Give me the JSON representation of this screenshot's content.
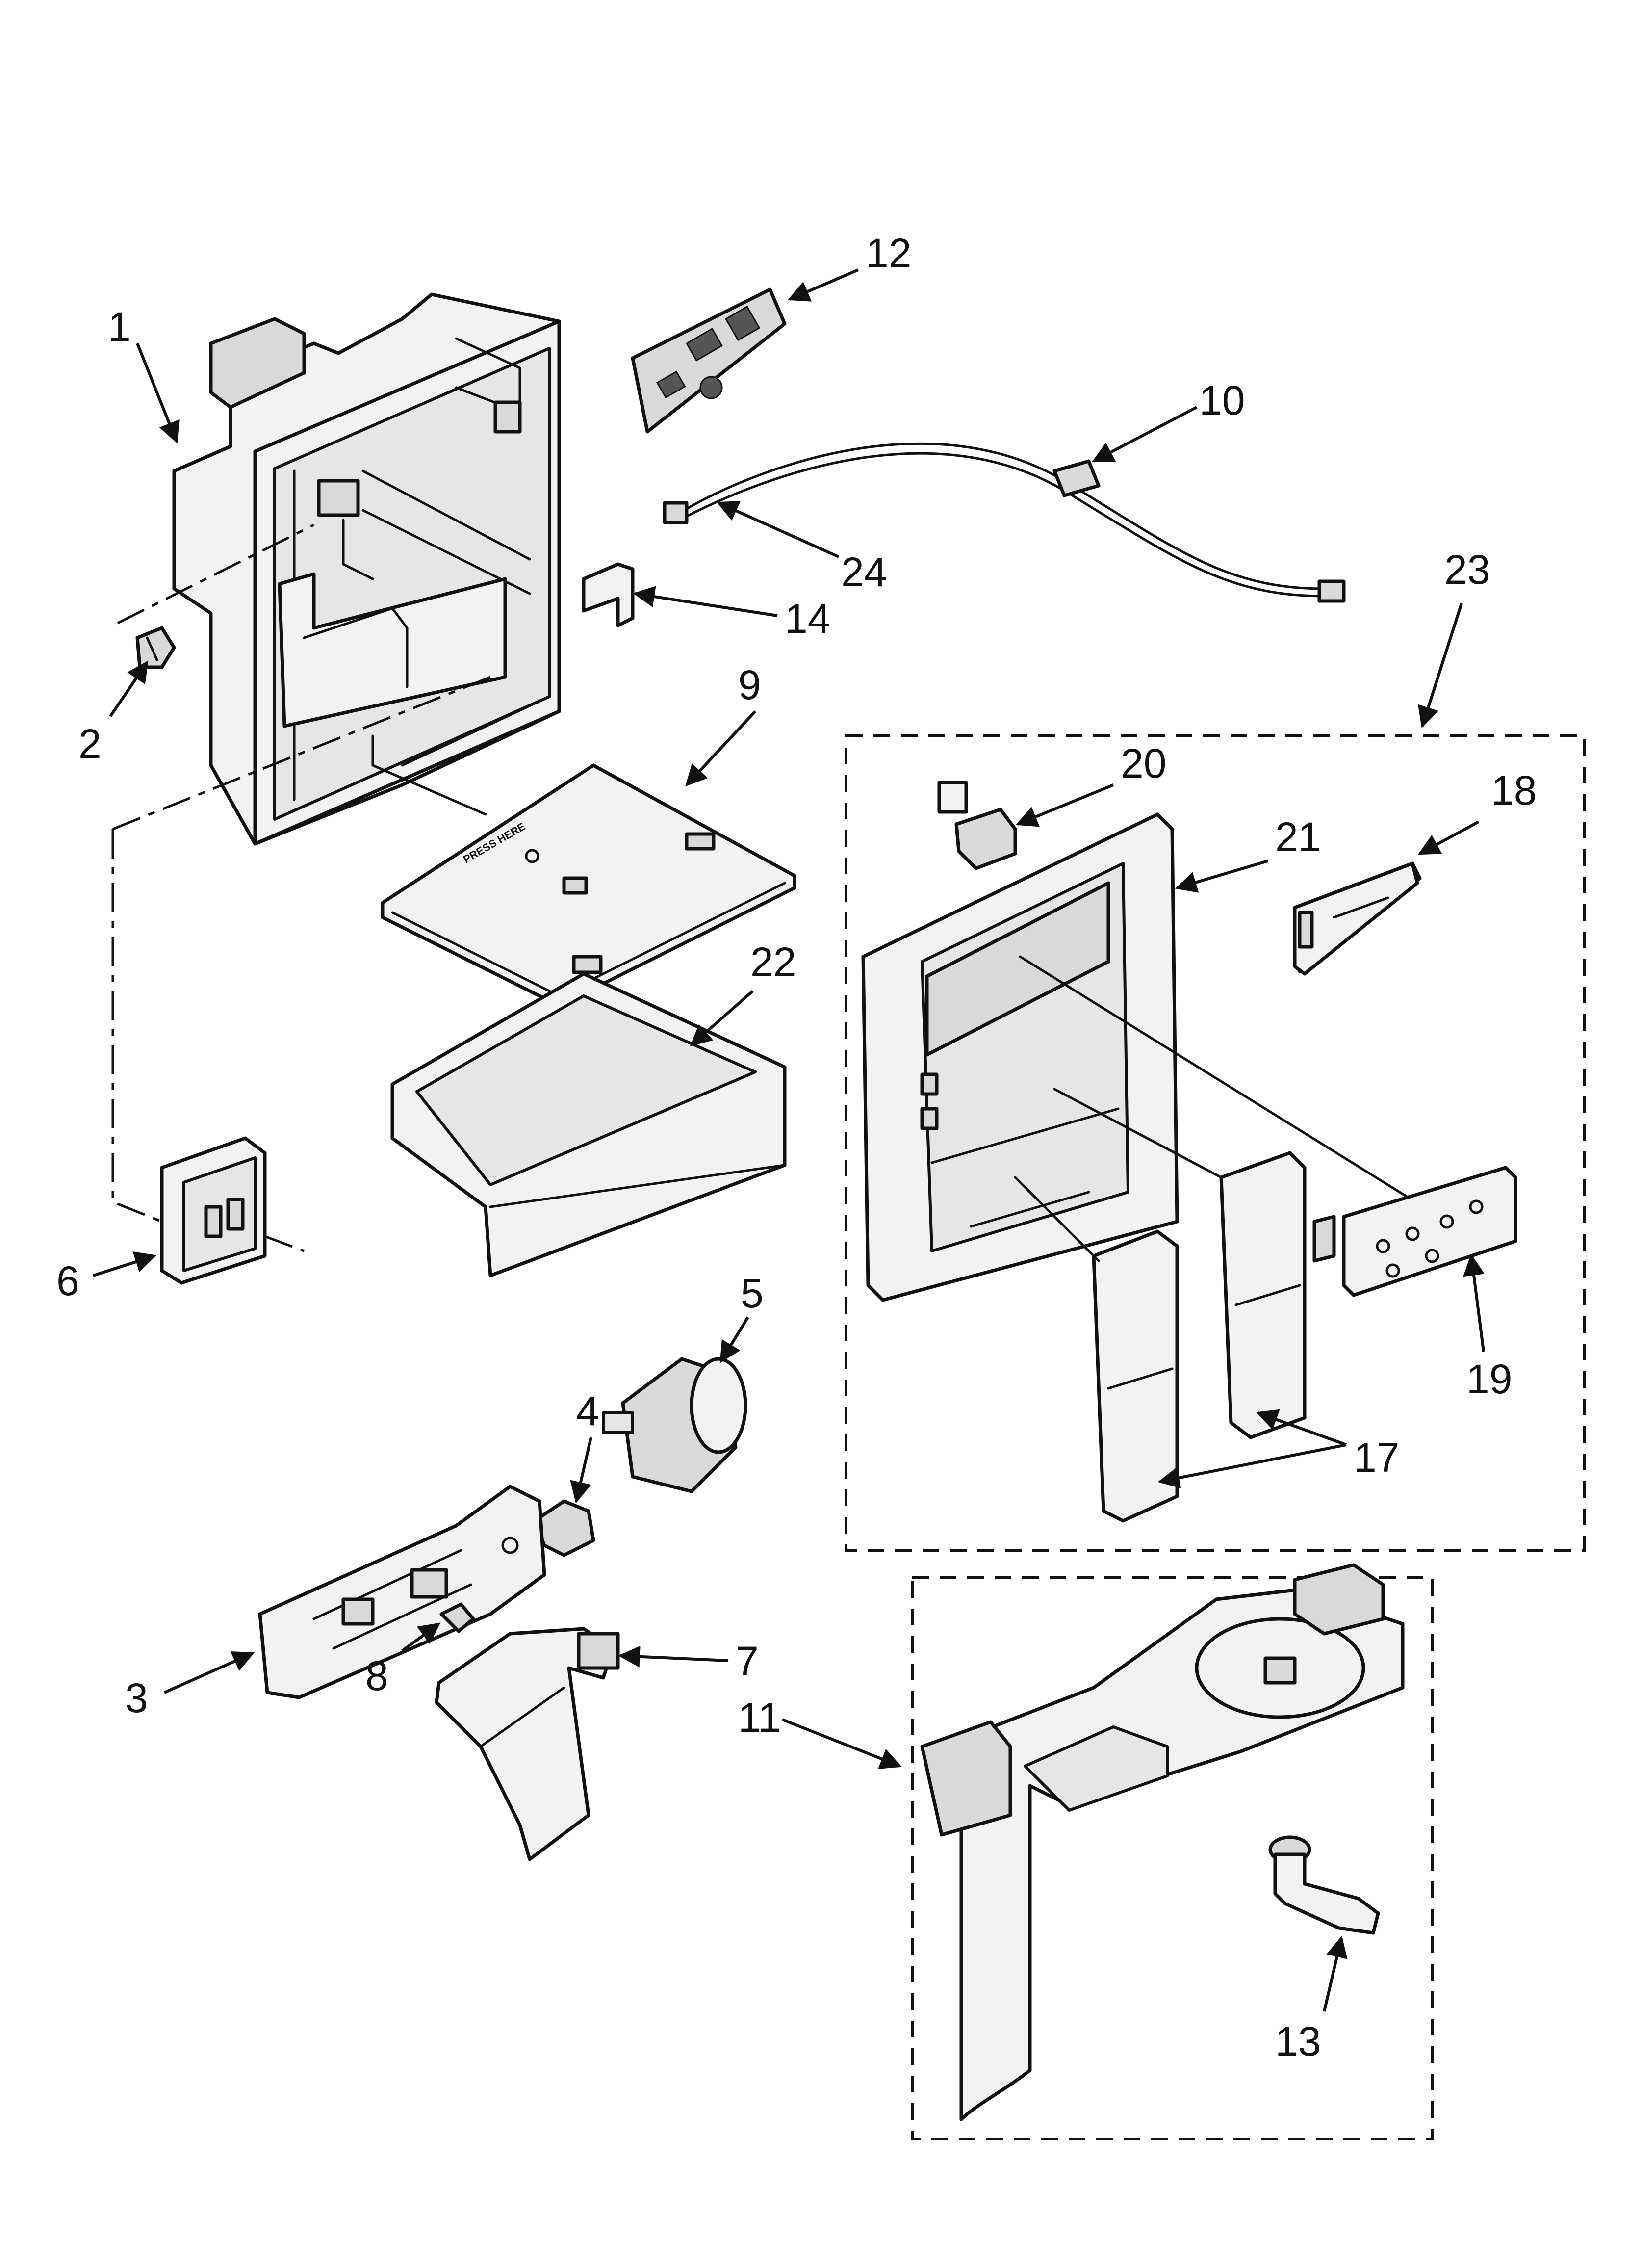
{
  "diagram": {
    "tray_stamp": "PRESS HERE",
    "callouts": [
      {
        "id": "c1",
        "label": "1"
      },
      {
        "id": "c2",
        "label": "2"
      },
      {
        "id": "c3",
        "label": "3"
      },
      {
        "id": "c4",
        "label": "4"
      },
      {
        "id": "c5",
        "label": "5"
      },
      {
        "id": "c6",
        "label": "6"
      },
      {
        "id": "c7",
        "label": "7"
      },
      {
        "id": "c8",
        "label": "8"
      },
      {
        "id": "c9",
        "label": "9"
      },
      {
        "id": "c10",
        "label": "10"
      },
      {
        "id": "c11",
        "label": "11"
      },
      {
        "id": "c12",
        "label": "12"
      },
      {
        "id": "c13",
        "label": "13"
      },
      {
        "id": "c14",
        "label": "14"
      },
      {
        "id": "c17",
        "label": "17"
      },
      {
        "id": "c18",
        "label": "18"
      },
      {
        "id": "c19",
        "label": "19"
      },
      {
        "id": "c20",
        "label": "20"
      },
      {
        "id": "c21",
        "label": "21"
      },
      {
        "id": "c22",
        "label": "22"
      },
      {
        "id": "c23",
        "label": "23"
      },
      {
        "id": "c24",
        "label": "24"
      }
    ]
  }
}
